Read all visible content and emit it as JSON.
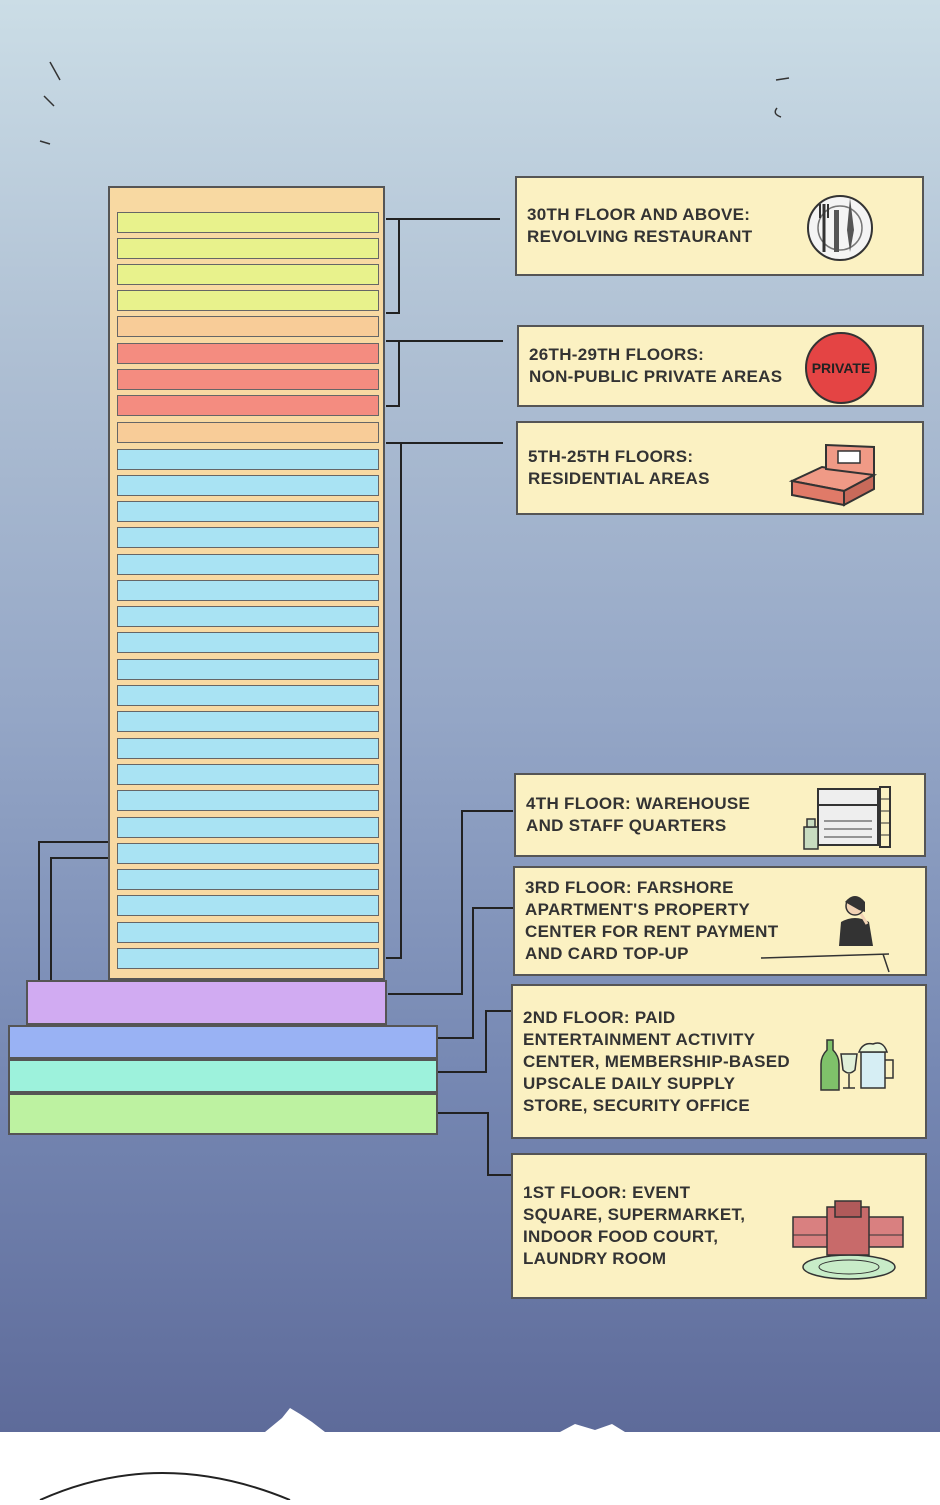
{
  "floor_legend": [
    {
      "id": "restaurant",
      "lines": [
        "30TH FLOOR AND ABOVE:",
        "REVOLVING RESTAURANT"
      ],
      "icon": "dinner-plate-icon"
    },
    {
      "id": "private",
      "lines": [
        "26TH-29TH FLOORS:",
        "NON-PUBLIC PRIVATE AREAS"
      ],
      "icon": "private-stamp-icon",
      "badge": "PRIVATE"
    },
    {
      "id": "residential",
      "lines": [
        "5TH-25TH FLOORS:",
        "RESIDENTIAL AREAS"
      ],
      "icon": "bed-icon"
    },
    {
      "id": "floor4",
      "lines": [
        "4TH FLOOR: WAREHOUSE",
        "AND STAFF QUARTERS"
      ],
      "icon": "warehouse-shelf-icon"
    },
    {
      "id": "floor3",
      "lines": [
        "3RD FLOOR: FARSHORE",
        "APARTMENT'S PROPERTY",
        "CENTER FOR RENT PAYMENT",
        "AND CARD TOP-UP"
      ],
      "icon": "receptionist-icon"
    },
    {
      "id": "floor2",
      "lines": [
        "2ND FLOOR: PAID",
        "ENTERTAINMENT ACTIVITY",
        "CENTER, MEMBERSHIP-BASED",
        "UPSCALE DAILY SUPPLY",
        "STORE, SECURITY OFFICE"
      ],
      "icon": "drinks-icon"
    },
    {
      "id": "floor1",
      "lines": [
        "1ST FLOOR: EVENT",
        "SQUARE, SUPERMARKET,",
        "INDOOR FOOD COURT,",
        "LAUNDRY ROOM"
      ],
      "icon": "plaza-icon"
    }
  ],
  "colors": {
    "restaurant": "#e8f28c",
    "separator": "#f8cc98",
    "private": "#f48c80",
    "residential": "#a9e3f3",
    "floor4": "#d1abf2",
    "floor3": "#99b2f4",
    "floor2": "#9df2dc",
    "floor1": "#bdf2a1",
    "card_background": "#fbf1c2"
  }
}
